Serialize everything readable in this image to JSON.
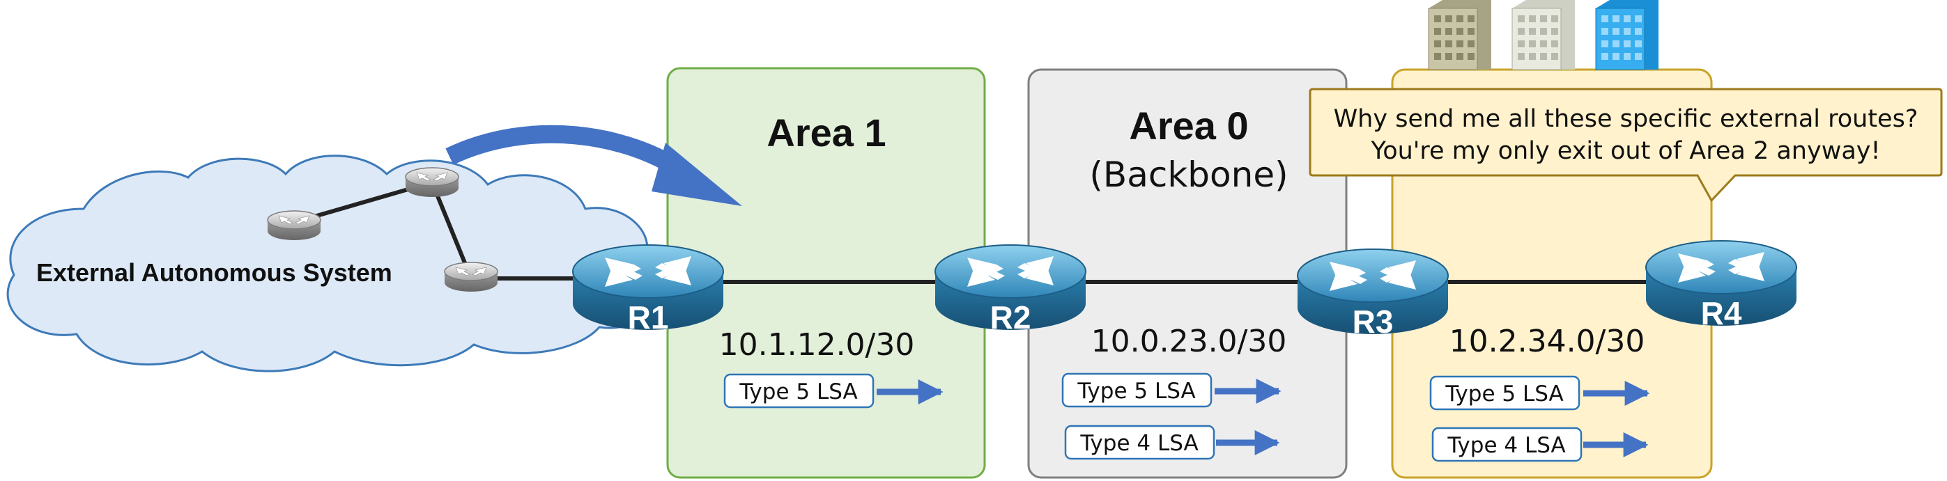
{
  "external_as": {
    "label": "External Autonomous System"
  },
  "areas": [
    {
      "id": "area1",
      "title": "Area 1",
      "subtitle": "",
      "fill": "#e2efd9",
      "stroke": "#70ad47"
    },
    {
      "id": "area0",
      "title": "Area 0",
      "subtitle": "(Backbone)",
      "fill": "#ededed",
      "stroke": "#7f7f7f"
    },
    {
      "id": "area2",
      "title": "",
      "subtitle": "",
      "fill": "#fff2cc",
      "stroke": "#c9a227"
    }
  ],
  "routers": [
    {
      "id": "R1",
      "label": "R1"
    },
    {
      "id": "R2",
      "label": "R2"
    },
    {
      "id": "R3",
      "label": "R3"
    },
    {
      "id": "R4",
      "label": "R4"
    }
  ],
  "subnets": [
    {
      "id": "r1-r2",
      "label": "10.1.12.0/30"
    },
    {
      "id": "r2-r3",
      "label": "10.0.23.0/30"
    },
    {
      "id": "r3-r4",
      "label": "10.2.34.0/30"
    }
  ],
  "lsas": [
    {
      "area": "area1",
      "label": "Type 5 LSA"
    },
    {
      "area": "area0",
      "label": "Type 5 LSA"
    },
    {
      "area": "area0",
      "label": "Type 4 LSA"
    },
    {
      "area": "area2",
      "label": "Type 5 LSA"
    },
    {
      "area": "area2",
      "label": "Type 4 LSA"
    }
  ],
  "callout": {
    "line1": "Why send me all these specific external routes?",
    "line2": "You're my only exit out of Area 2 anyway!"
  },
  "colors": {
    "router_body": "#1f6f9c",
    "router_top": "#5fb0d8",
    "arrow": "#4472c4",
    "cloud_fill": "#dde9f7",
    "cloud_stroke": "#3d7ab8",
    "callout_fill": "#fff2cc",
    "callout_stroke": "#9c7a1c"
  },
  "icons": [
    "router-icon",
    "small-router-icon",
    "building-icon",
    "lsa-arrow-icon",
    "redistribution-arrow-icon",
    "cloud-icon"
  ]
}
